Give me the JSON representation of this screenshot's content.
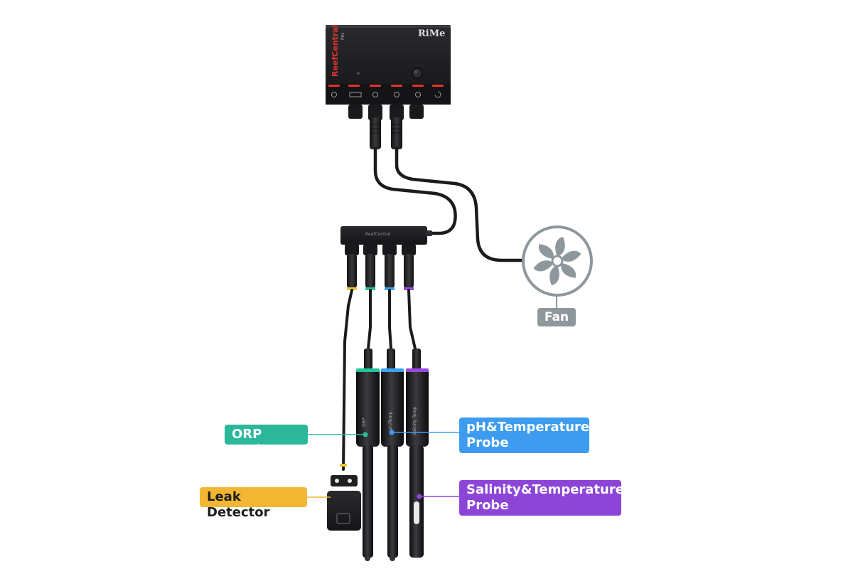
{
  "controller": {
    "brand_text": "ReefCentral",
    "model_text": "Pro",
    "logo_text": "RiMe",
    "accent_color": "#e0352f",
    "body_color": "#1e1e21"
  },
  "hub": {
    "label": "ReefCentral"
  },
  "probes": {
    "orp": {
      "callout": "ORP Probe",
      "color": "#2bb89a",
      "ring_color": "#24c49a",
      "body_text": "ORP"
    },
    "ph": {
      "callout": "pH&Temperature\nProbe",
      "color": "#3d9cef",
      "ring_color": "#3aa3f0",
      "body_text": "pH/Temp"
    },
    "salinity": {
      "callout": "Salinity&Temperature\nProbe",
      "color": "#8d45d8",
      "ring_color": "#9b48e0",
      "body_text": "Salinity Temp"
    }
  },
  "leak_detector": {
    "callout": "Leak Detector",
    "color": "#f2b632",
    "ring_color": "#f0c832"
  },
  "fan": {
    "label": "Fan",
    "color": "#8e979c",
    "icon": "fan-icon"
  }
}
